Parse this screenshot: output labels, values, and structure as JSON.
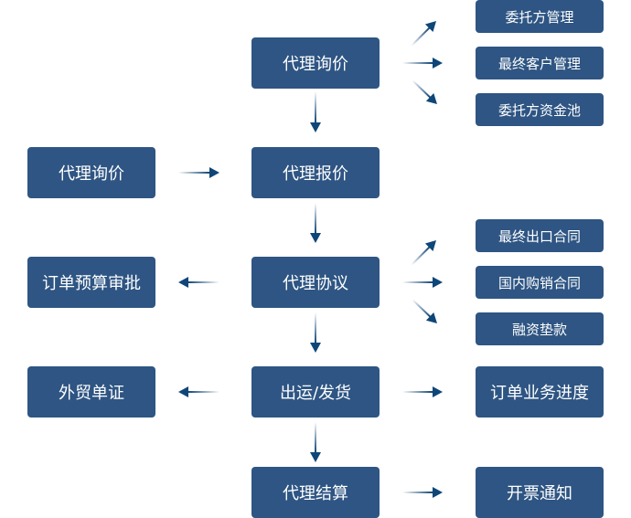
{
  "colors": {
    "box": "#2e5583",
    "arrow": "#0f4678",
    "text": "#ffffff"
  },
  "nodes": {
    "inquiry_top": "代理询价",
    "quote": "代理报价",
    "agreement": "代理协议",
    "shipping": "出运/发货",
    "settlement": "代理结算",
    "inquiry_left": "代理询价",
    "budget_approval": "订单预算审批",
    "trade_docs": "外贸单证",
    "client_mgmt": "委托方管理",
    "end_customer_mgmt": "最终客户管理",
    "client_fund_pool": "委托方资金池",
    "export_contract": "最终出口合同",
    "domestic_contract": "国内购销合同",
    "financing": "融资垫款",
    "order_progress": "订单业务进度",
    "invoice_notice": "开票通知"
  },
  "arrows": [
    {
      "from": "inquiry_top",
      "to": "client_mgmt"
    },
    {
      "from": "inquiry_top",
      "to": "end_customer_mgmt"
    },
    {
      "from": "inquiry_top",
      "to": "client_fund_pool"
    },
    {
      "from": "inquiry_top",
      "to": "quote"
    },
    {
      "from": "inquiry_left",
      "to": "quote"
    },
    {
      "from": "quote",
      "to": "agreement"
    },
    {
      "from": "agreement",
      "to": "budget_approval"
    },
    {
      "from": "agreement",
      "to": "export_contract"
    },
    {
      "from": "agreement",
      "to": "domestic_contract"
    },
    {
      "from": "agreement",
      "to": "financing"
    },
    {
      "from": "agreement",
      "to": "shipping"
    },
    {
      "from": "shipping",
      "to": "trade_docs"
    },
    {
      "from": "shipping",
      "to": "order_progress"
    },
    {
      "from": "shipping",
      "to": "settlement"
    },
    {
      "from": "settlement",
      "to": "invoice_notice"
    }
  ]
}
